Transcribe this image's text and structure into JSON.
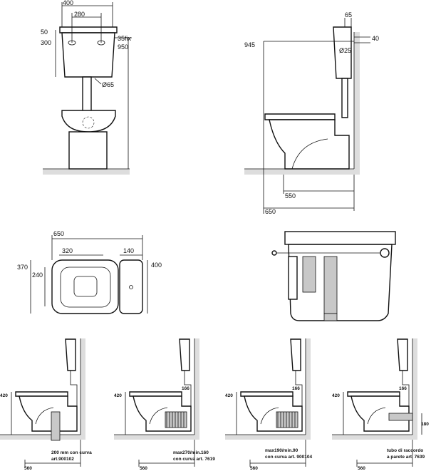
{
  "front_view": {
    "width_total": "400",
    "hole_spacing": "280",
    "lid": "50",
    "tank_height": "300",
    "fix": "35fix",
    "height": "950",
    "outlet": "Ø65"
  },
  "side_view": {
    "tank_depth": "65",
    "top_offset": "40",
    "inlet": "Ø25",
    "height": "945",
    "depth_bowl": "550",
    "depth_total": "650"
  },
  "top_view": {
    "length": "650",
    "bowl_width": "320",
    "tank_depth": "140",
    "depth_left": "370",
    "seat": "240",
    "depth_right": "400"
  },
  "installs": [
    {
      "height": "420",
      "pipe": "",
      "depth": "560",
      "note1": "200 mm con curva",
      "note2": "art.900102"
    },
    {
      "height": "420",
      "pipe": "166",
      "depth": "560",
      "note1": "max270/min.160",
      "note2": "con curva art. 7619"
    },
    {
      "height": "420",
      "pipe": "166",
      "depth": "560",
      "note1": "max190/min.90",
      "note2": "con curva art. 900104"
    },
    {
      "height": "420",
      "pipe": "166",
      "depth": "560",
      "note1": "tubo di raccordo",
      "note2": "a parete art. 7639",
      "outlet_height": "180"
    }
  ]
}
